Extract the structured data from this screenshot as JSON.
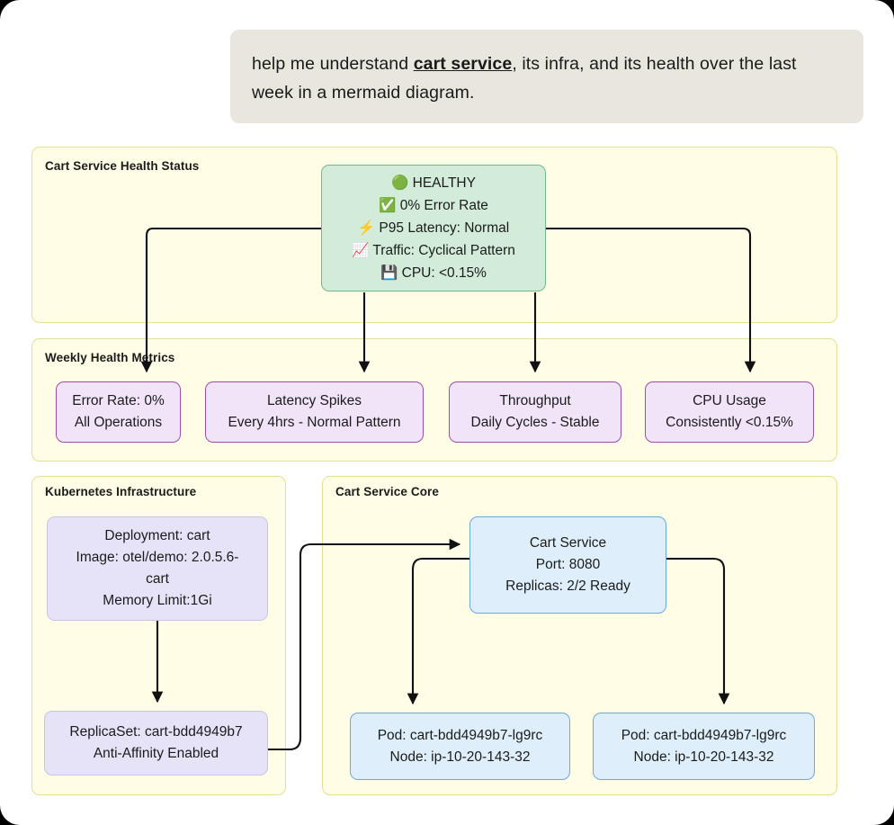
{
  "prompt": {
    "text_before": "help me understand ",
    "emphasis": "cart service",
    "text_after": ", its infra, and its health over the last week in a mermaid diagram."
  },
  "diagram": {
    "type": "mermaid-flowchart",
    "subgraphs": [
      {
        "id": "health",
        "title": "Cart Service Health Status"
      },
      {
        "id": "weekly",
        "title": "Weekly Health Metrics"
      },
      {
        "id": "k8s",
        "title": "Kubernetes Infrastructure"
      },
      {
        "id": "core",
        "title": "Cart Service Core"
      }
    ],
    "nodes": {
      "health_status": {
        "lines": [
          "🟢 HEALTHY",
          "✅ 0% Error Rate",
          "⚡ P95 Latency: Normal",
          "📈 Traffic: Cyclical Pattern",
          "💾 CPU: <0.15%"
        ],
        "fill": "#d3ecd9",
        "stroke": "#72b98a"
      },
      "error_rate": {
        "line1": "Error Rate: 0%",
        "line2": "All Operations"
      },
      "latency": {
        "line1": "Latency Spikes",
        "line2": "Every 4hrs - Normal Pattern"
      },
      "throughput": {
        "line1": "Throughput",
        "line2": "Daily Cycles - Stable"
      },
      "cpu_usage": {
        "line1": "CPU Usage",
        "line2": "Consistently <0.15%"
      },
      "deployment": {
        "line1": "Deployment: cart",
        "line2": "Image: otel/demo: 2.0.5.6-",
        "line3": "cart",
        "line4": "Memory Limit:1Gi"
      },
      "replicaset": {
        "line1": "ReplicaSet: cart-bdd4949b7",
        "line2": "Anti-Affinity Enabled"
      },
      "cart_service": {
        "line1": "Cart Service",
        "line2": "Port: 8080",
        "line3": "Replicas: 2/2 Ready"
      },
      "pod1": {
        "line1": "Pod: cart-bdd4949b7-lg9rc",
        "line2": "Node: ip-10-20-143-32"
      },
      "pod2": {
        "line1": "Pod: cart-bdd4949b7-lg9rc",
        "line2": "Node: ip-10-20-143-32"
      }
    },
    "colors": {
      "subgraph_fill": "#fffde6",
      "subgraph_stroke": "#e4e08f",
      "purple_fill": "#f2e4f8",
      "purple_stroke": "#9c4fa8",
      "lavender_fill": "#e6e3f8",
      "lavender_stroke": "#c9c3e8",
      "blue_fill": "#deeffb",
      "blue_stroke": "#6fa8dd",
      "edge_stroke": "#111111",
      "bubble_fill": "#e8e6dd"
    }
  }
}
